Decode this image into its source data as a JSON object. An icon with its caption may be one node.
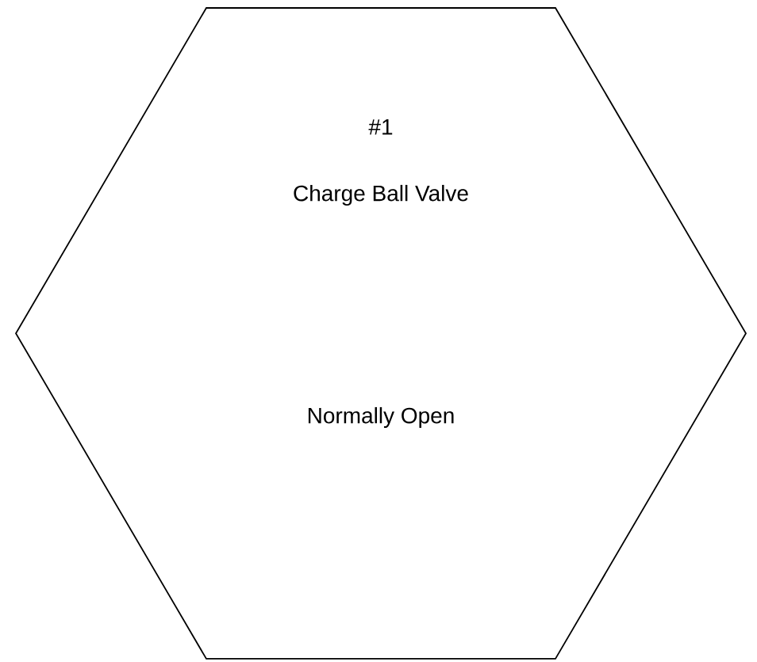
{
  "diagram": {
    "nodes": [
      {
        "text": [
          "#1",
          "Charge Ball Valve",
          "Normally Open"
        ]
      }
    ]
  }
}
